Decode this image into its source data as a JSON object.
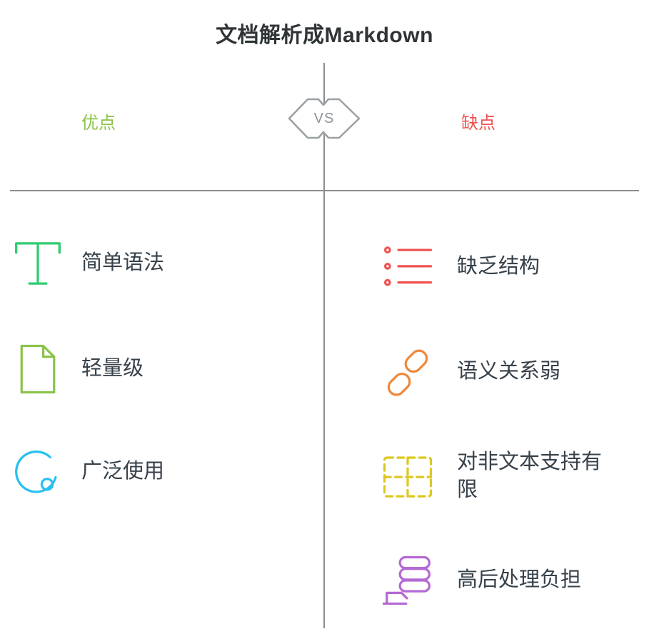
{
  "title": "文档解析成Markdown",
  "vs_badge": "VS",
  "divider_color": "#8d8d8d",
  "columns": {
    "left": {
      "label": "优点",
      "label_color": "#8bc34a",
      "items": [
        {
          "label": "简单语法",
          "icon": "text-icon",
          "color": "#2ecc71"
        },
        {
          "label": "轻量级",
          "icon": "document-icon",
          "color": "#8bc34a"
        },
        {
          "label": "广泛使用",
          "icon": "loop-icon",
          "color": "#29c0f0"
        }
      ]
    },
    "right": {
      "label": "缺点",
      "label_color": "#ef5350",
      "items": [
        {
          "label": "缺乏结构",
          "icon": "list-icon",
          "color": "#ef5350"
        },
        {
          "label": "语义关系弱",
          "icon": "broken-link-icon",
          "color": "#f0883a"
        },
        {
          "label": "对非文本支持有限",
          "icon": "dashed-table-icon",
          "color": "#ddc81f"
        },
        {
          "label": "高后处理负担",
          "icon": "server-stack-icon",
          "color": "#b569d4"
        }
      ]
    }
  }
}
